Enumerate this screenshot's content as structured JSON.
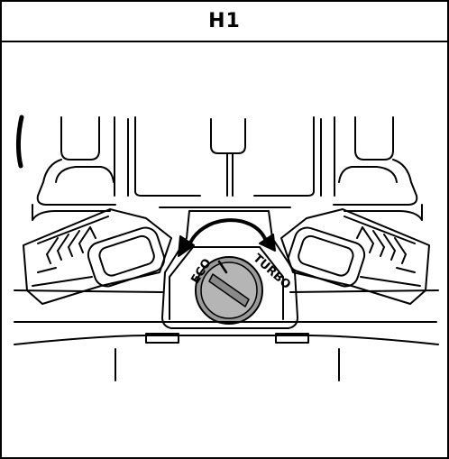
{
  "figure": {
    "label": "H1"
  },
  "illustration": {
    "dial": {
      "left_setting": "ECO",
      "right_setting": "TURBO"
    }
  }
}
